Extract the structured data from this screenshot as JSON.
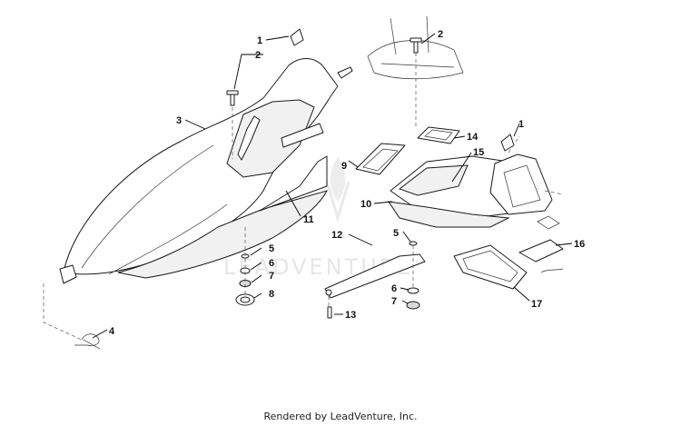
{
  "watermark": "LEADVENTURE",
  "credit": "Rendered by LeadVenture, Inc.",
  "callouts": {
    "c1a": "1",
    "c2a": "2",
    "c3": "3",
    "c4": "4",
    "c5a": "5",
    "c6a": "6",
    "c7a": "7",
    "c8": "8",
    "c9": "9",
    "c10": "10",
    "c11": "11",
    "c12": "12",
    "c13": "13",
    "c2b": "2",
    "c14": "14",
    "c15": "15",
    "c1b": "1",
    "c5b": "5",
    "c6b": "6",
    "c7b": "7",
    "c16": "16",
    "c17": "17"
  }
}
